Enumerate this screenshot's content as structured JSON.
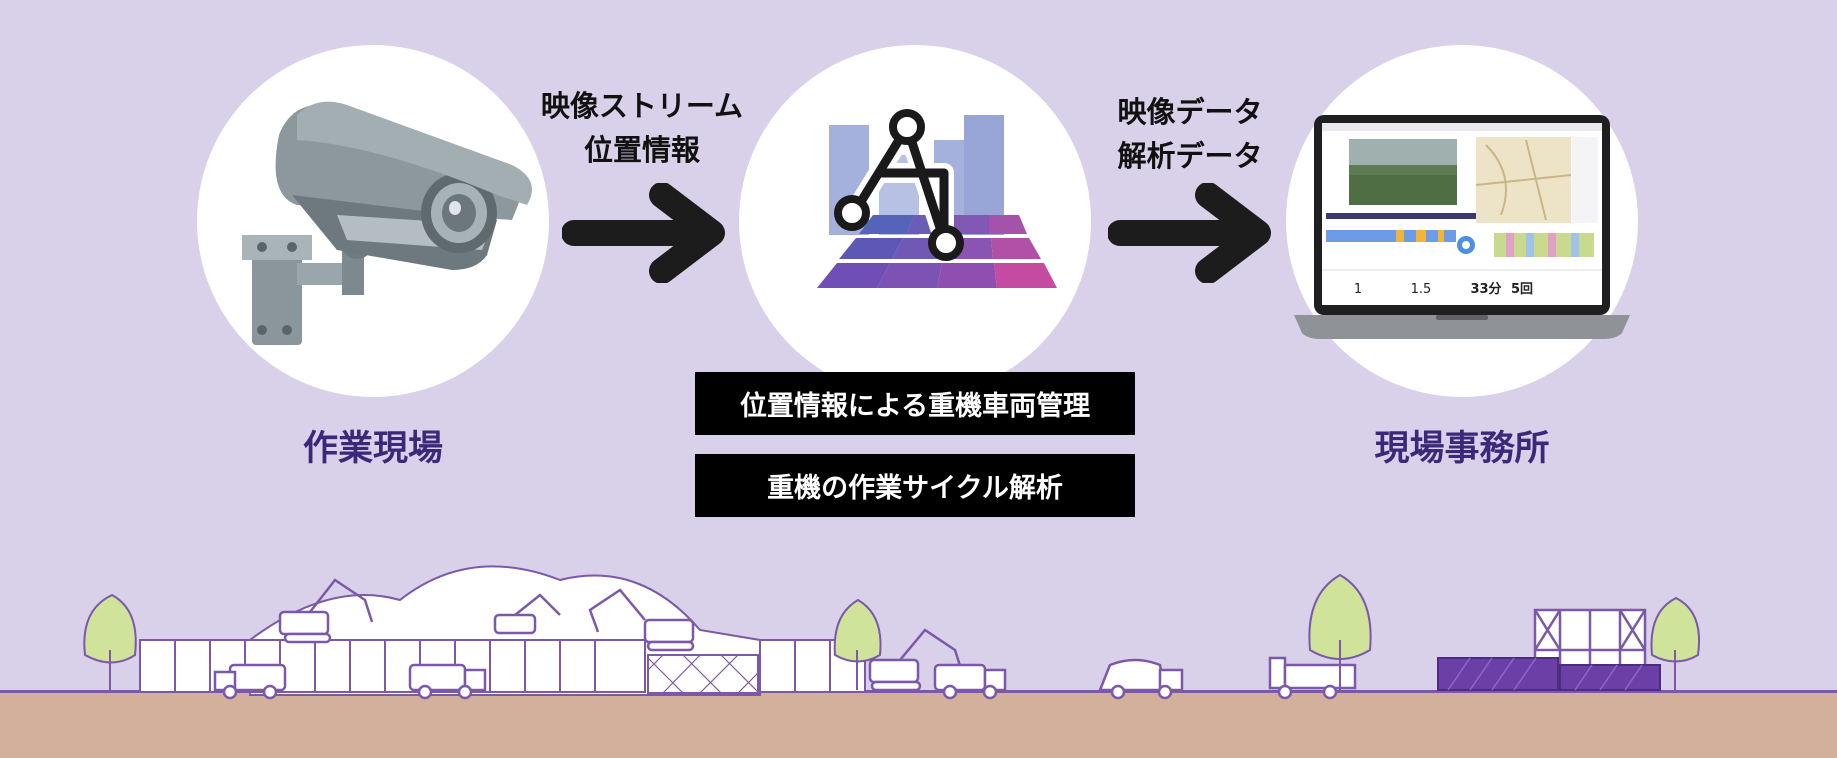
{
  "nodes": [
    {
      "id": "camera",
      "icon": "security-camera-icon",
      "label": "作業現場"
    },
    {
      "id": "ai",
      "icon": "ai-logo-icon",
      "label": ""
    },
    {
      "id": "office",
      "icon": "laptop-dashboard-icon",
      "label": "現場事務所"
    }
  ],
  "edges": [
    {
      "from": "camera",
      "to": "ai",
      "lines": [
        "映像ストリーム",
        "位置情報"
      ]
    },
    {
      "from": "ai",
      "to": "office",
      "lines": [
        "映像データ",
        "解析データ"
      ]
    }
  ],
  "features": [
    "位置情報による重機車両管理",
    "重機の作業サイクル解析"
  ],
  "laptop_screen": {
    "stats": [
      "1",
      "1.5",
      "33分",
      "5回"
    ]
  },
  "colors": {
    "background": "#d9d0e9",
    "label_purple": "#3b2878",
    "feature_box": "#000000",
    "ground": "#d2b09b",
    "outline_purple": "#7b58a8",
    "tree": "#cfe39a"
  }
}
